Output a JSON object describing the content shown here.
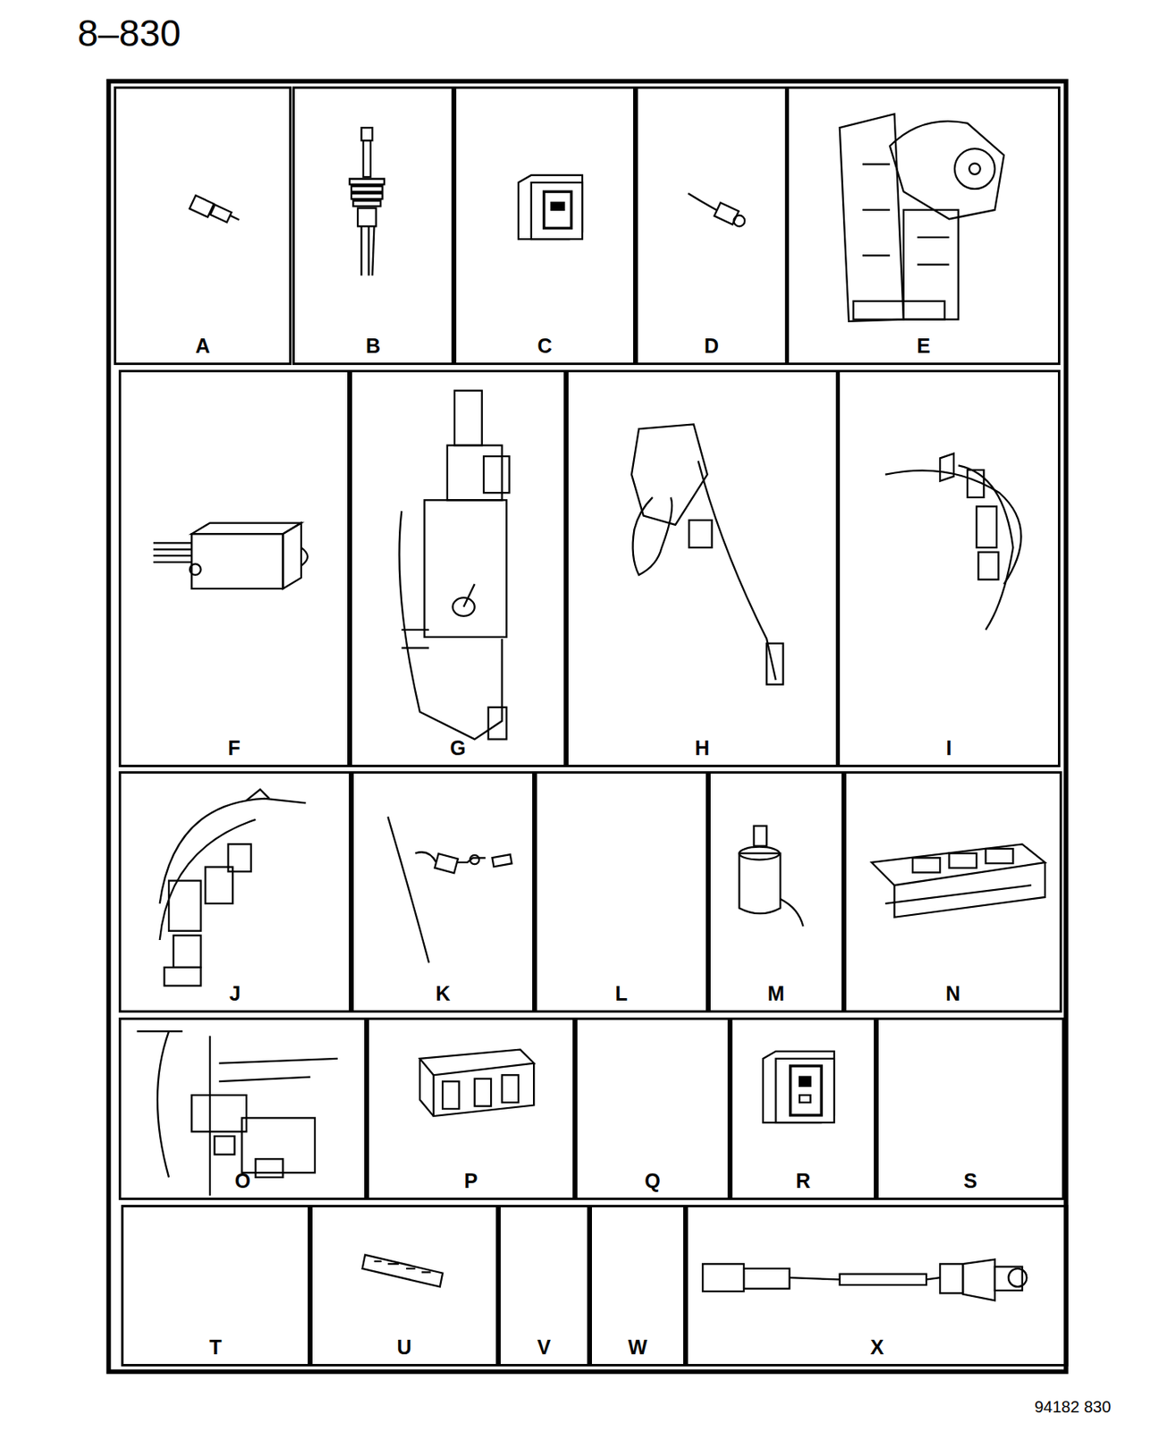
{
  "diagram": {
    "nodes": [
      {
        "text": [
          "A"
        ]
      },
      {
        "text": [
          "B"
        ]
      },
      {
        "text": [
          "C"
        ]
      },
      {
        "text": [
          "D"
        ]
      },
      {
        "text": [
          "E"
        ]
      },
      {
        "text": [
          "F"
        ]
      },
      {
        "text": [
          "G"
        ]
      },
      {
        "text": [
          "H"
        ]
      },
      {
        "text": [
          "I"
        ]
      },
      {
        "text": [
          "J"
        ]
      },
      {
        "text": [
          "K"
        ]
      },
      {
        "text": [
          "L"
        ]
      },
      {
        "text": [
          "M"
        ]
      },
      {
        "text": [
          "N"
        ]
      },
      {
        "text": [
          "O"
        ]
      },
      {
        "text": [
          "P"
        ]
      },
      {
        "text": [
          "Q"
        ]
      },
      {
        "text": [
          "R"
        ]
      },
      {
        "text": [
          "S"
        ]
      },
      {
        "text": [
          "T"
        ]
      },
      {
        "text": [
          "U"
        ]
      },
      {
        "text": [
          "V"
        ]
      },
      {
        "text": [
          "W"
        ]
      },
      {
        "text": [
          "X"
        ]
      }
    ],
    "labels": [
      "8–830",
      "94182 830"
    ]
  }
}
